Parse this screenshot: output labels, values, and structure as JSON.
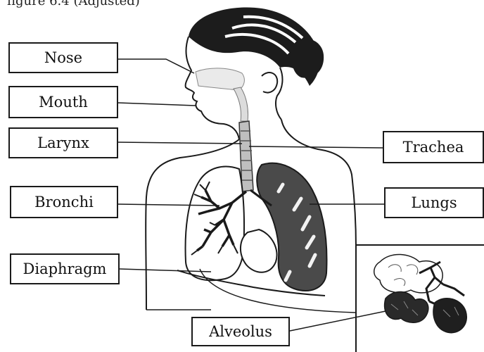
{
  "caption": "figure 6.4 (Adjusted)",
  "labels": {
    "nose": "Nose",
    "mouth": "Mouth",
    "larynx": "Larynx",
    "bronchi": "Bronchi",
    "diaphragm": "Diaphragm",
    "alveolus": "Alveolus",
    "trachea": "Trachea",
    "lungs": "Lungs"
  },
  "colors": {
    "ink": "#1a1a1a",
    "lung_fill": "#4a4a4a",
    "hair": "#1c1c1c"
  }
}
